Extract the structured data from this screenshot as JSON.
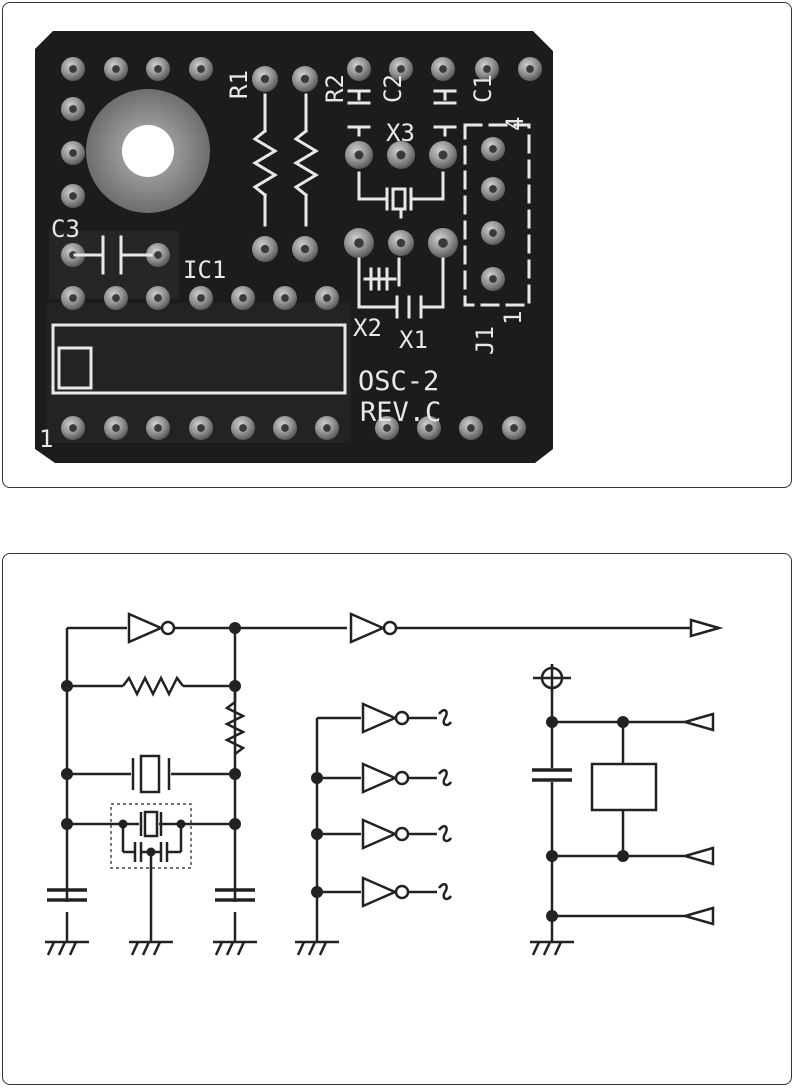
{
  "pcb": {
    "board_name": "OSC-2",
    "revision": "REV.C",
    "pin1_label": "1",
    "labels": {
      "r1": "R1",
      "r2": "R2",
      "c1": "C1",
      "c2": "C2",
      "c3": "C3",
      "x1": "X1",
      "x2": "X2",
      "x3": "X3",
      "ic1": "IC1",
      "j1": "J1",
      "j4": "4",
      "j_pin1": "1"
    },
    "colors": {
      "board": "#1c1c1c",
      "silkscreen": "#e8e8e8",
      "pad": "#8f8f8f"
    }
  },
  "schematic": {
    "colors": {
      "line": "#222222"
    }
  }
}
